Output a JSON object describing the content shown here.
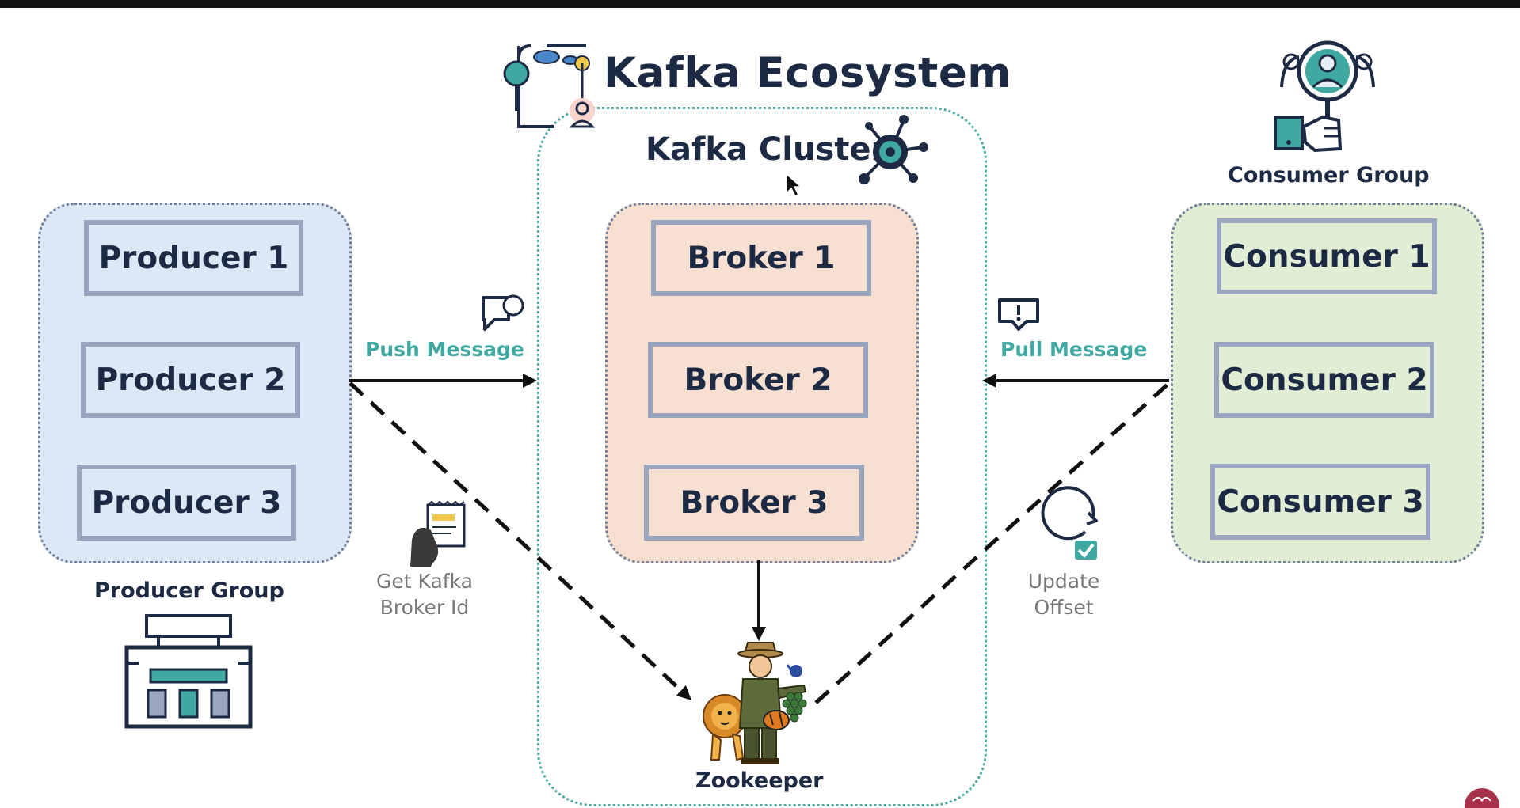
{
  "title": "Kafka Ecosystem",
  "cluster": {
    "label": "Kafka Cluster",
    "brokers": [
      "Broker 1",
      "Broker 2",
      "Broker 3"
    ]
  },
  "producers": {
    "group_label": "Producer Group",
    "items": [
      "Producer 1",
      "Producer 2",
      "Producer 3"
    ]
  },
  "consumers": {
    "group_label": "Consumer Group",
    "items": [
      "Consumer 1",
      "Consumer 2",
      "Consumer 3"
    ]
  },
  "edges": {
    "push": "Push Message",
    "pull": "Pull Message",
    "get_broker_id_line1": "Get Kafka",
    "get_broker_id_line2": "Broker Id",
    "update_offset_line1": "Update",
    "update_offset_line2": "Offset"
  },
  "zookeeper": {
    "label": "Zookeeper"
  },
  "colors": {
    "dark_text": "#1c2a44",
    "teal": "#3fa9a1",
    "producer_fill": "#dce8f6",
    "broker_fill": "#f7e0d1",
    "consumer_fill": "#e2edd5",
    "node_border": "#9aa6bf"
  },
  "icons": [
    "ecosystem-icon",
    "cluster-network-icon",
    "consumer-search-icon",
    "producer-machine-icon",
    "message-bubble-icon",
    "alert-message-icon",
    "receipt-hand-icon",
    "refresh-check-icon",
    "zookeeper-illustration",
    "brand-badge-icon"
  ]
}
